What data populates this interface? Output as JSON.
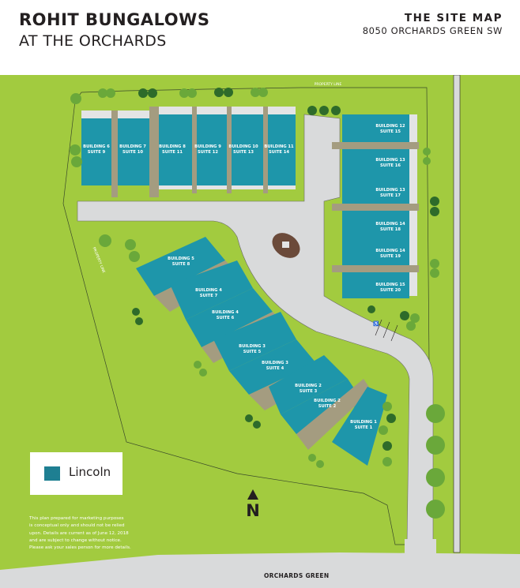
{
  "header": {
    "title": "ROHIT BUNGALOWS",
    "subtitle": "AT THE ORCHARDS",
    "map_title": "THE SITE MAP",
    "address": "8050 ORCHARDS GREEN SW"
  },
  "colors": {
    "grass": "#a2cb3f",
    "suite": "#1e96aa",
    "legend_swatch": "#1e7f92",
    "road": "#d9dadb",
    "walkway": "#a49c80",
    "driveway": "#e3e4e5",
    "tree_light": "#6aa83a",
    "tree_dark": "#2e6b2a",
    "mulch": "#6b4a3a",
    "text_dark": "#231f20"
  },
  "labels": {
    "property_line_top": "PROPERTY LINE",
    "property_line_left": "PROPERTY LINE",
    "street": "ORCHARDS GREEN",
    "north": "N"
  },
  "legend": {
    "items": [
      {
        "label": "Lincoln",
        "color": "#1e7f92"
      }
    ]
  },
  "disclaimer": [
    "This plan prepared for marketing purposes",
    "is conceptual only and should not be relied",
    "upon. Details are current as of June 12, 2018",
    "and are subject to change without notice.",
    "Please ask your sales person for more details."
  ],
  "suites": [
    {
      "building": "BUILDING 6",
      "suite": "SUITE 9"
    },
    {
      "building": "BUILDING 7",
      "suite": "SUITE 10"
    },
    {
      "building": "BUILDING 8",
      "suite": "SUITE 11"
    },
    {
      "building": "BUILDING 9",
      "suite": "SUITE 12"
    },
    {
      "building": "BUILDING 10",
      "suite": "SUITE 13"
    },
    {
      "building": "BUILDING 11",
      "suite": "SUITE 14"
    },
    {
      "building": "BUILDING 12",
      "suite": "SUITE 15"
    },
    {
      "building": "BUILDING 13",
      "suite": "SUITE 16"
    },
    {
      "building": "BUILDING 13",
      "suite": "SUITE 17"
    },
    {
      "building": "BUILDING 14",
      "suite": "SUITE 18"
    },
    {
      "building": "BUILDING 14",
      "suite": "SUITE 19"
    },
    {
      "building": "BUILDING 15",
      "suite": "SUITE 20"
    },
    {
      "building": "BUILDING 5",
      "suite": "SUITE 8"
    },
    {
      "building": "BUILDING 4",
      "suite": "SUITE 7"
    },
    {
      "building": "BUILDING 4",
      "suite": "SUITE 6"
    },
    {
      "building": "BUILDING 3",
      "suite": "SUITE 5"
    },
    {
      "building": "BUILDING 3",
      "suite": "SUITE 4"
    },
    {
      "building": "BUILDING 2",
      "suite": "SUITE 3"
    },
    {
      "building": "BUILDING 2",
      "suite": "SUITE 2"
    },
    {
      "building": "BUILDING 1",
      "suite": "SUITE 1"
    }
  ]
}
